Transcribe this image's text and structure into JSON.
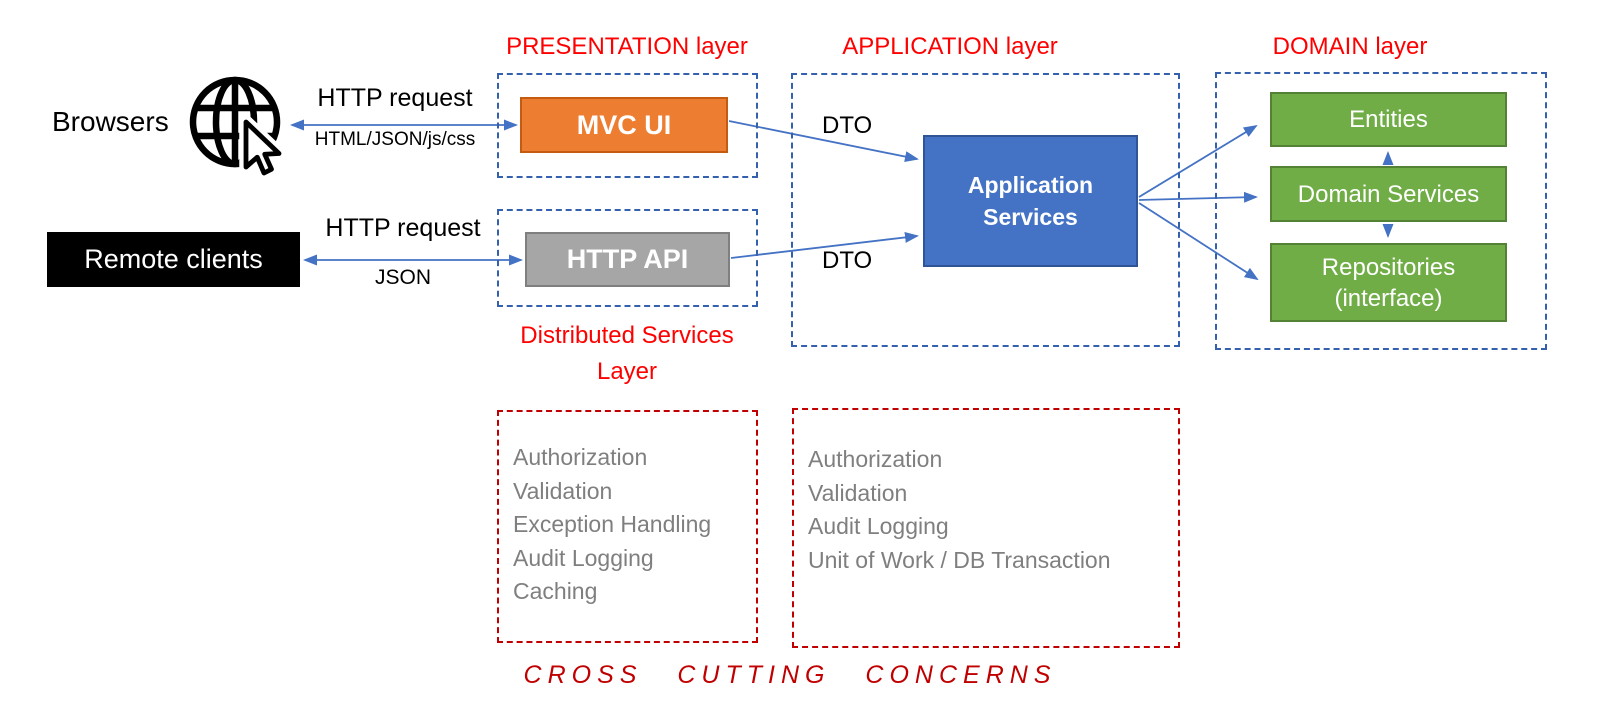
{
  "clients": {
    "browsers_label": "Browsers",
    "remote_clients_label": "Remote clients",
    "browser_arrow": {
      "title": "HTTP request",
      "subtitle": "HTML/JSON/js/css"
    },
    "remote_arrow": {
      "title": "HTTP request",
      "subtitle": "JSON"
    }
  },
  "presentation_layer": {
    "title": "PRESENTATION layer",
    "mvc_ui_label": "MVC UI",
    "http_api_label": "HTTP API",
    "distributed_services_title": "Distributed Services\nLayer"
  },
  "application_layer": {
    "title": "APPLICATION layer",
    "dto_top_label": "DTO",
    "dto_bottom_label": "DTO",
    "app_services_label": "Application\nServices"
  },
  "domain_layer": {
    "title": "DOMAIN layer",
    "entities_label": "Entities",
    "domain_services_label": "Domain Services",
    "repositories_label": "Repositories\n(interface)"
  },
  "cross_cutting": {
    "left_items": [
      "Authorization",
      "Validation",
      "Exception Handling",
      "Audit Logging",
      "Caching"
    ],
    "right_items": [
      "Authorization",
      "Validation",
      "Audit Logging",
      "Unit of Work / DB Transaction"
    ],
    "footer": "CROSS CUTTING CONCERNS"
  },
  "colors": {
    "layer_title_red": "#FF0000",
    "cross_cutting_red": "#C00000",
    "dashed_box_blue": "#3560AD",
    "arrow_blue": "#4472C4",
    "mvc_ui_orange": "#ED7D31",
    "http_api_gray": "#A6A6A6",
    "app_services_blue": "#4472C4",
    "domain_green": "#70AD47",
    "concerns_gray": "#7F7F7F"
  }
}
